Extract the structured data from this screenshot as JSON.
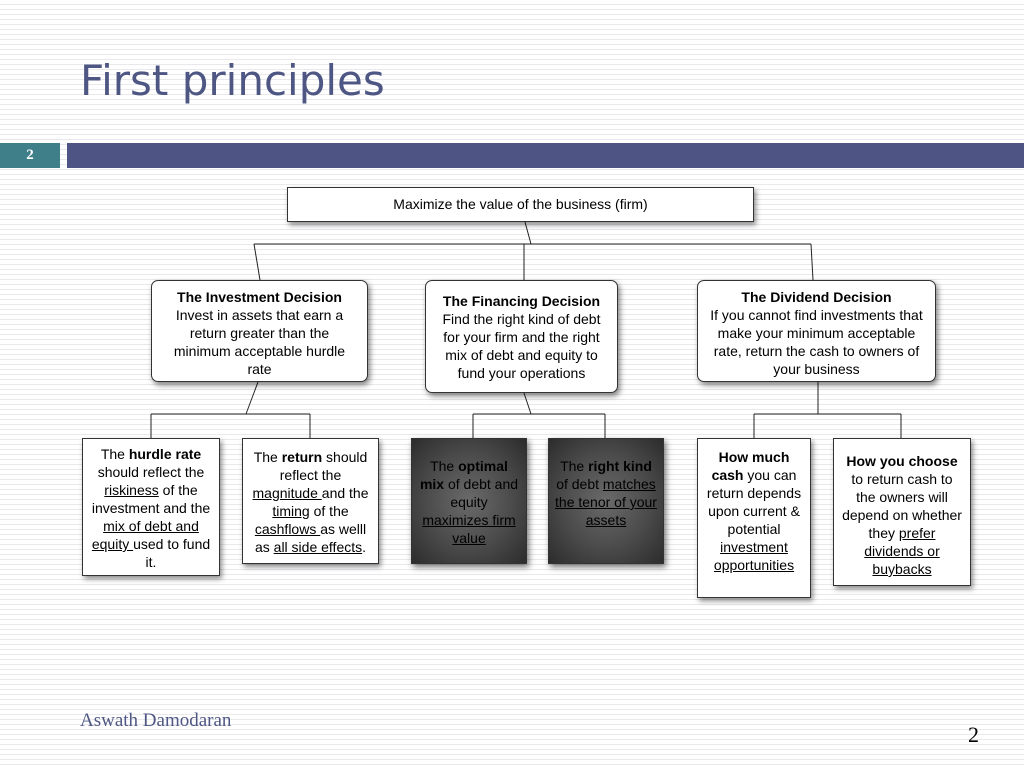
{
  "slide": {
    "title": "First principles",
    "slide_number": "2",
    "author": "Aswath Damodaran",
    "page_number": "2"
  },
  "colors": {
    "title": "#4e5783",
    "title_bar": "#4e5585",
    "slide_number_box": "#3f7f8a",
    "dark_box": "#4a4a4a"
  },
  "root": {
    "text": "Maximize the value of the business (firm)"
  },
  "decisions": [
    {
      "heading": "The Investment Decision",
      "body": "Invest in assets that earn a return greater than the minimum acceptable hurdle rate"
    },
    {
      "heading": "The Financing Decision",
      "body": "Find the right kind of debt for your firm and the right mix of debt and equity to fund your operations"
    },
    {
      "heading": "The Dividend Decision",
      "body": "If you cannot find investments that make your minimum acceptable rate, return the cash to owners of your business"
    }
  ],
  "leaves": {
    "hurdle": {
      "t1": "The ",
      "t2": "hurdle rate",
      "t3": " should reflect the ",
      "t4": "riskiness",
      "t5": " of the investment and the ",
      "t6": "mix of debt and equity ",
      "t7": "used to fund it."
    },
    "return": {
      "t1": "The ",
      "t2": "return",
      "t3": " should reflect the ",
      "t4": "magnitude ",
      "t5": "and the ",
      "t6": "timing",
      "t7": " of the ",
      "t8": "cashflows ",
      "t9": "as welll as ",
      "t10": "all side effects",
      "t11": "."
    },
    "optimal": {
      "t1": "The ",
      "t2": "optimal mix",
      "t3": " of debt and equity ",
      "t4": "maximizes firm value"
    },
    "rightkind": {
      "t1": "The ",
      "t2": "right kind",
      "t3": " of debt ",
      "t4": "matches the tenor of your assets"
    },
    "howmuch": {
      "t1": "How much cash",
      "t2": " you can return depends upon current  & potential ",
      "t3": "investment opportunities"
    },
    "howchoose": {
      "t1": "How you choose",
      "t2": " to return cash to the owners will depend on whether they ",
      "t3": "prefer dividends or buybacks"
    }
  }
}
